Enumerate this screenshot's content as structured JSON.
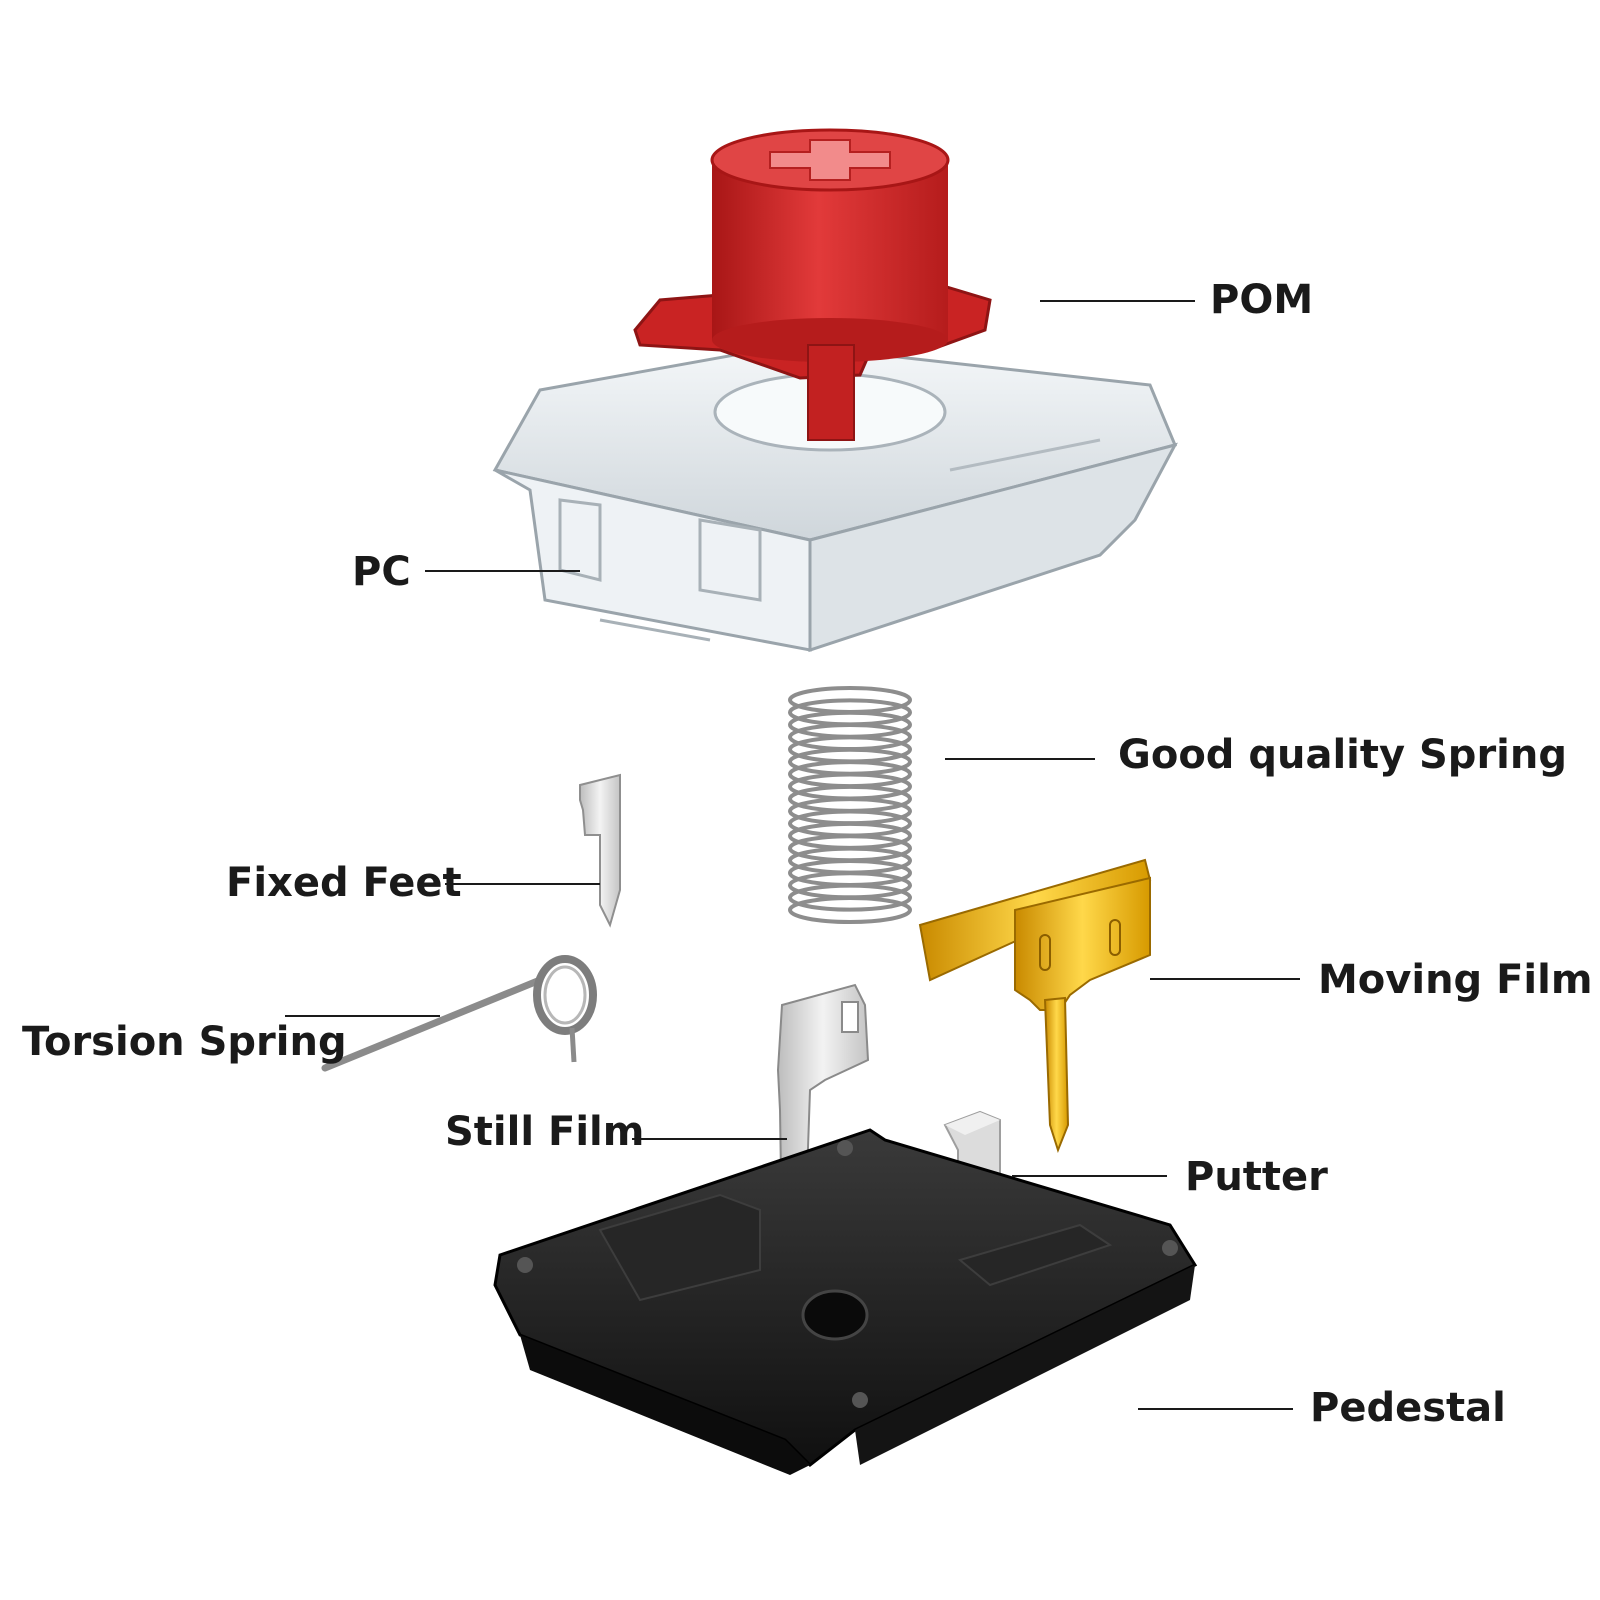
{
  "diagram": {
    "labels": {
      "pom": "POM",
      "pc": "PC",
      "spring": "Good quality Spring",
      "fixed_feet": "Fixed Feet",
      "moving_film": "Moving Film",
      "torsion_spring": "Torsion Spring",
      "still_film": "Still Film",
      "putter": "Putter",
      "pedestal": "Pedestal"
    },
    "colors": {
      "stem": "#d42a2a",
      "housing": "#e6ebef",
      "spring": "#8d8d8d",
      "metal": "#d9d9d9",
      "moving_film": "#e0a800",
      "base": "#1e1e1e"
    }
  }
}
